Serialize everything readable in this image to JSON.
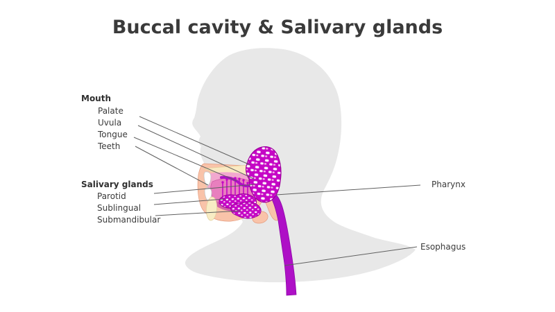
{
  "title": "Buccal cavity & Salivary glands",
  "labels": {
    "mouth_group": "Mouth",
    "palate": "Palate",
    "uvula": "Uvula",
    "tongue": "Tongue",
    "teeth": "Teeth",
    "salivary_group": "Salivary glands",
    "parotid": "Parotid",
    "sublingual": "Sublingual",
    "submandibular": "Submandibular",
    "pharynx": "Pharynx",
    "esophagus": "Esophagus"
  },
  "colors": {
    "background": "#ffffff",
    "title_text": "#3a3a3a",
    "label_text": "#3a3a3a",
    "leader_line": "#5f5f5f",
    "silhouette": "#e8e8e8",
    "face_peach": "#f9c3a9",
    "palate_cream": "#f9e9c2",
    "jaw_cream": "#f8ecc4",
    "cavity_pink": "#f2a8cf",
    "tongue_pink": "#e87fbe",
    "under_tongue": "#d160a8",
    "gland_magenta": "#c507c5",
    "gland_outline": "#9c009c",
    "esophagus_magenta": "#ae10c6",
    "tooth_white": "#ffffff"
  }
}
